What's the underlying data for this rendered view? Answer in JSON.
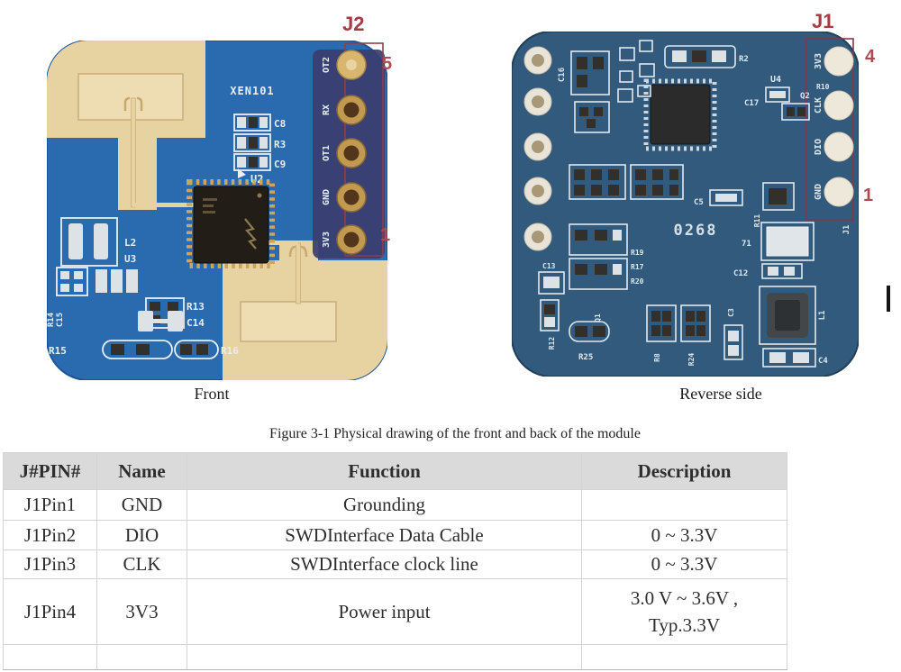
{
  "figure": {
    "caption": "Figure 3-1 Physical drawing of the front and back of the module",
    "front_label": "Front",
    "reverse_label": "Reverse side"
  },
  "front_board": {
    "connector_label": "J2",
    "pin_top_number": "5",
    "pin_bottom_number": "1",
    "pin_names": [
      "OT2",
      "RX",
      "OT1",
      "GND",
      "3V3"
    ],
    "silkscreen": {
      "xen101": "XEN101",
      "c8": "C8",
      "r3": "R3",
      "c9": "C9",
      "u2": "U2",
      "l2": "L2",
      "u3": "U3",
      "r13": "R13",
      "c14": "C14",
      "r14": "R14",
      "c15": "C15",
      "r15": "R15",
      "r16": "R16"
    }
  },
  "reverse_board": {
    "connector_label": "J1",
    "pin_top_number": "4",
    "pin_bottom_number": "1",
    "pin_names": [
      "3V3",
      "CLK",
      "DIO",
      "GND"
    ],
    "silkscreen": {
      "c16": "C16",
      "r2": "R2",
      "u4": "U4",
      "c17": "C17",
      "q2": "Q2",
      "r10": "R10",
      "c5": "C5",
      "r11": "R11",
      "code": "0268",
      "x71": "71",
      "c12": "C12",
      "l1": "L1",
      "c4": "C4",
      "c3": "C3",
      "c13": "C13",
      "r12": "R12",
      "r19": "R19",
      "r17": "R17",
      "r20": "R20",
      "q1": "Q1",
      "r25": "R25",
      "r8": "R8",
      "r24": "R24",
      "j1": "J1"
    }
  },
  "table": {
    "headers": [
      "J#PIN#",
      "Name",
      "Function",
      "Description"
    ],
    "rows": [
      {
        "pin": "J1Pin1",
        "name": "GND",
        "function": "Grounding",
        "description": ""
      },
      {
        "pin": "J1Pin2",
        "name": "DIO",
        "function": "SWDInterface Data Cable",
        "description": "0 ~ 3.3V"
      },
      {
        "pin": "J1Pin3",
        "name": "CLK",
        "function": "SWDInterface clock line",
        "description": "0 ~ 3.3V"
      },
      {
        "pin": "J1Pin4",
        "name": "3V3",
        "function": "Power input",
        "description": "3.0 V ~ 3.6V ,\nTyp.3.3V"
      },
      {
        "pin": "",
        "name": "",
        "function": "",
        "description": ""
      }
    ]
  },
  "colors": {
    "front_board_blue": "#2a6aae",
    "antenna_tan": "#e7d2a2",
    "reverse_board_blue": "#315a7d",
    "annotation_red": "#a93a44",
    "pin_gold": "#c19a50",
    "table_header_gray": "#dadada"
  }
}
